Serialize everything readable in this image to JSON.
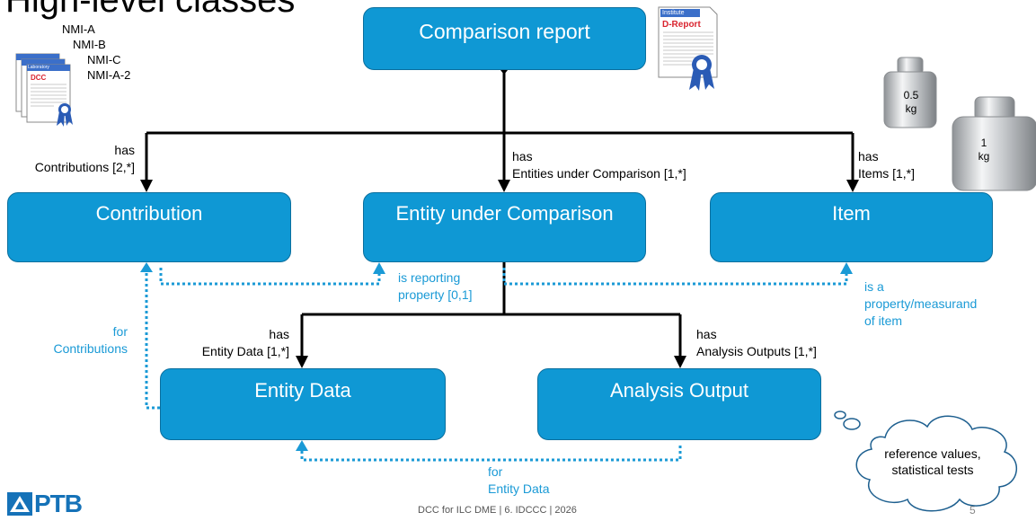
{
  "page": {
    "title": "High-level classes",
    "footer": "DCC for ILC DME | 6. IDCCC | 2026",
    "page_number": "5",
    "logo_text": "PTB"
  },
  "boxes": {
    "report": "Comparison report",
    "contribution": "Contribution",
    "entity": "Entity under Comparison",
    "item": "Item",
    "entity_data": "Entity Data",
    "analysis": "Analysis Output"
  },
  "relations": {
    "contributions": {
      "line1": "has",
      "line2": "Contributions [2,*]"
    },
    "entities": {
      "line1": "has",
      "line2": "Entities under Comparison [1,*]"
    },
    "items": {
      "line1": "has",
      "line2": "Items [1,*]"
    },
    "entity_data": {
      "line1": "has",
      "line2": "Entity Data [1,*]"
    },
    "analysis_outputs": {
      "line1": "has",
      "line2": "Analysis Outputs [1,*]"
    }
  },
  "references": {
    "reporting_property": {
      "line1": "is reporting",
      "line2": "property [0,1]"
    },
    "property_of_item": {
      "line1": "is a",
      "line2": "property/measurand",
      "line3": "of item"
    },
    "for_contributions": {
      "line1": "for",
      "line2": "Contributions"
    },
    "for_entity_data": {
      "line1": "for",
      "line2": "Entity Data"
    }
  },
  "illustrations": {
    "nmi_labels": [
      "NMI-A",
      "NMI-B",
      "NMI-C",
      "NMI-A-2"
    ],
    "dcc_doc": {
      "header": "Laboratory",
      "label": "DCC"
    },
    "dreport_doc": {
      "header": "Institute",
      "label": "D-Report"
    },
    "weights": {
      "small_value": "0.5",
      "small_unit": "kg",
      "large_value": "1",
      "large_unit": "kg"
    },
    "thought_cloud": {
      "line1": "reference values,",
      "line2": "statistical tests"
    }
  },
  "colors": {
    "box_fill": "#0f98d4",
    "box_border": "#0b6f9e",
    "reference_line": "#1a9ad6",
    "relation_line": "#000000"
  }
}
